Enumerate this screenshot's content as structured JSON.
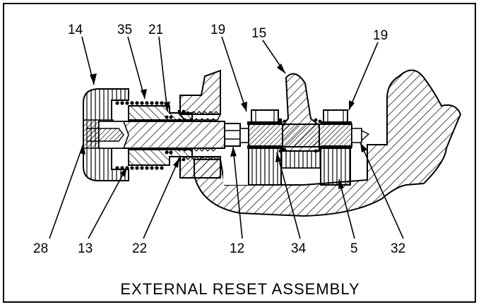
{
  "caption": "EXTERNAL RESET ASSEMBLY",
  "callouts": {
    "c14": "14",
    "c35": "35",
    "c21": "21",
    "c19a": "19",
    "c15": "15",
    "c19b": "19",
    "c28": "28",
    "c13": "13",
    "c22": "22",
    "c12": "12",
    "c34": "34",
    "c5": "5",
    "c32": "32"
  }
}
